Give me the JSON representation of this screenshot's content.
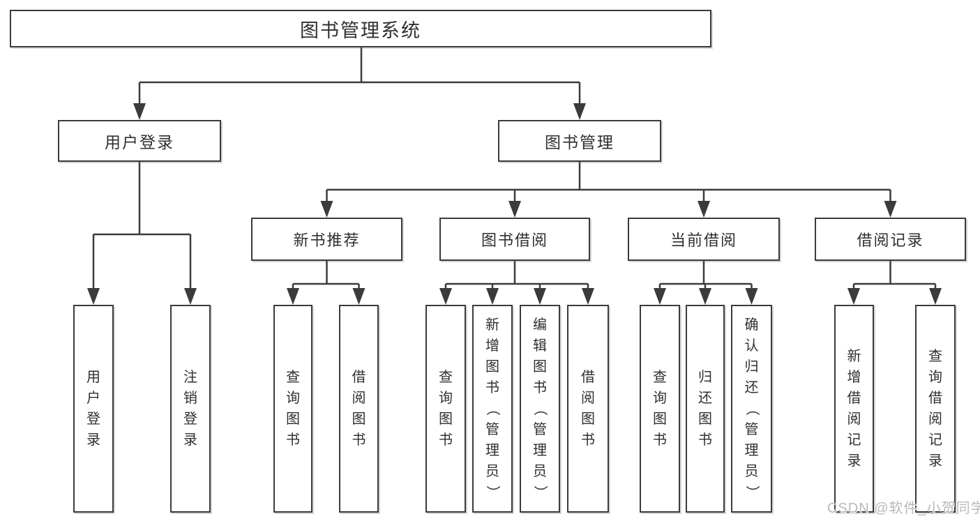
{
  "diagram": {
    "title": "图书管理系统",
    "branches": [
      {
        "label": "用户登录",
        "children": [
          {
            "label": "用户登录"
          },
          {
            "label": "注销登录"
          }
        ]
      },
      {
        "label": "图书管理",
        "children": [
          {
            "label": "新书推荐",
            "children": [
              {
                "label": "查询图书"
              },
              {
                "label": "借阅图书"
              }
            ]
          },
          {
            "label": "图书借阅",
            "children": [
              {
                "label": "查询图书"
              },
              {
                "label": "新增图书（管理员）"
              },
              {
                "label": "编辑图书（管理员）"
              },
              {
                "label": "借阅图书"
              }
            ]
          },
          {
            "label": "当前借阅",
            "children": [
              {
                "label": "查询图书"
              },
              {
                "label": "归还图书"
              },
              {
                "label": "确认归还（管理员）"
              }
            ]
          },
          {
            "label": "借阅记录",
            "children": [
              {
                "label": "新增借阅记录"
              },
              {
                "label": "查询借阅记录"
              }
            ]
          }
        ]
      }
    ]
  },
  "watermark": {
    "text": "CSDN @软件_小贺同学"
  },
  "colors": {
    "line": "#3b3b3b",
    "box_border": "#3b3b3b",
    "box_fill": "#ffffff",
    "text": "#2f2f2f",
    "watermark": "#b9b9b9",
    "background": "#ffffff"
  }
}
